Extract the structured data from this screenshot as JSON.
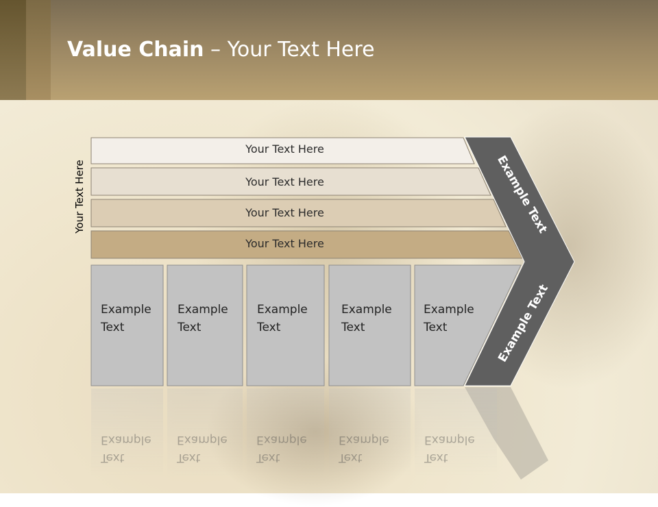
{
  "title": {
    "bold": "Value Chain",
    "rest": " – Your Text Here"
  },
  "vertical_label": "Your Text Here",
  "rows": [
    {
      "label": "Your Text Here",
      "color": "#f3efe9"
    },
    {
      "label": "Your Text Here",
      "color": "#e7dfd1"
    },
    {
      "label": "Your Text Here",
      "color": "#dccdb4"
    },
    {
      "label": "Your Text Here",
      "color": "#c4ac84"
    }
  ],
  "columns": [
    {
      "line1": "Example",
      "line2": "Text"
    },
    {
      "line1": "Example",
      "line2": "Text"
    },
    {
      "line1": "Example",
      "line2": "Text"
    },
    {
      "line1": "Example",
      "line2": "Text"
    },
    {
      "line1": "Example",
      "line2": "Text"
    }
  ],
  "chevron": {
    "upper_label": "Example Text",
    "lower_label": "Example Text",
    "color": "#5f5f5f"
  }
}
